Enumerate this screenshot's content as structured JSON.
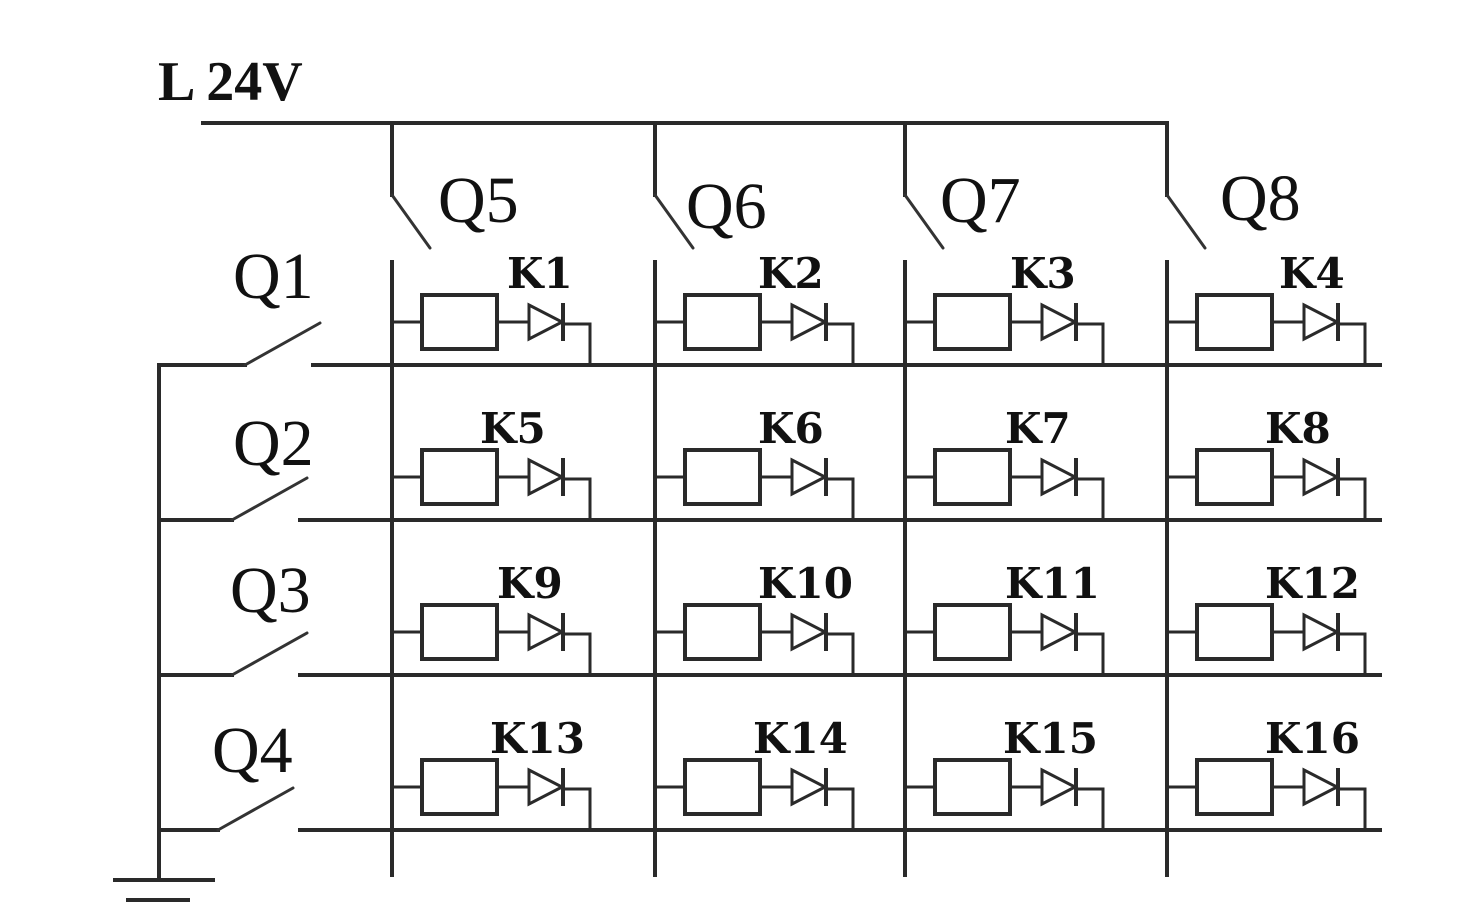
{
  "diagram": {
    "type": "relay-matrix-circuit",
    "supply_label": "L 24V",
    "ground_symbol": "ground-icon",
    "row_switches": [
      {
        "label": "Q1"
      },
      {
        "label": "Q2"
      },
      {
        "label": "Q3"
      },
      {
        "label": "Q4"
      }
    ],
    "column_switches": [
      {
        "label": "Q5"
      },
      {
        "label": "Q6"
      },
      {
        "label": "Q7"
      },
      {
        "label": "Q8"
      }
    ],
    "relays": [
      [
        "K1",
        "K2",
        "K3",
        "K4"
      ],
      [
        "K5",
        "K6",
        "K7",
        "K8"
      ],
      [
        "K9",
        "K10",
        "K11",
        "K12"
      ],
      [
        "K13",
        "K14",
        "K15",
        "K16"
      ]
    ],
    "cell_components": [
      "relay-coil",
      "diode"
    ],
    "colors": {
      "line": "#2a2a2a",
      "text": "#111111",
      "background": "#ffffff"
    }
  }
}
